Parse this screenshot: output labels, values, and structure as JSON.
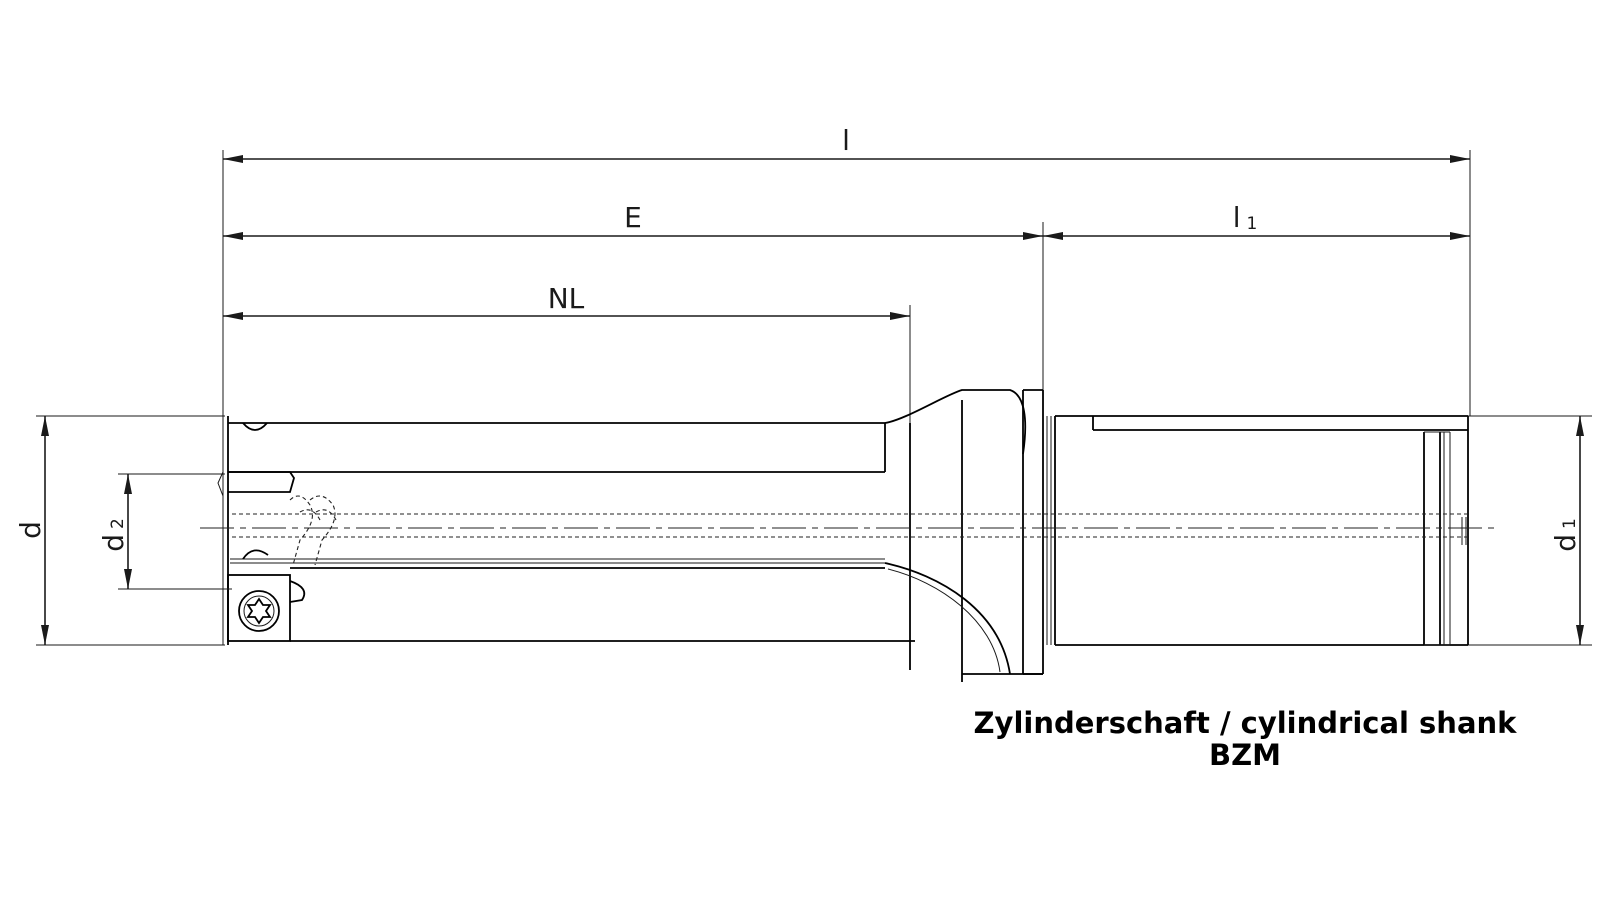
{
  "dimensions": {
    "l": "l",
    "E": "E",
    "l1_main": "l",
    "l1_sub": "1",
    "NL": "NL",
    "d": "d",
    "d2_main": "d",
    "d2_sub": "2",
    "d1_main": "d",
    "d1_sub": "1"
  },
  "caption": {
    "line1": "Zylinderschaft / cylindrical shank",
    "line2": "BZM"
  },
  "colors": {
    "ink": "#1a1a1a",
    "background": "#ffffff"
  }
}
